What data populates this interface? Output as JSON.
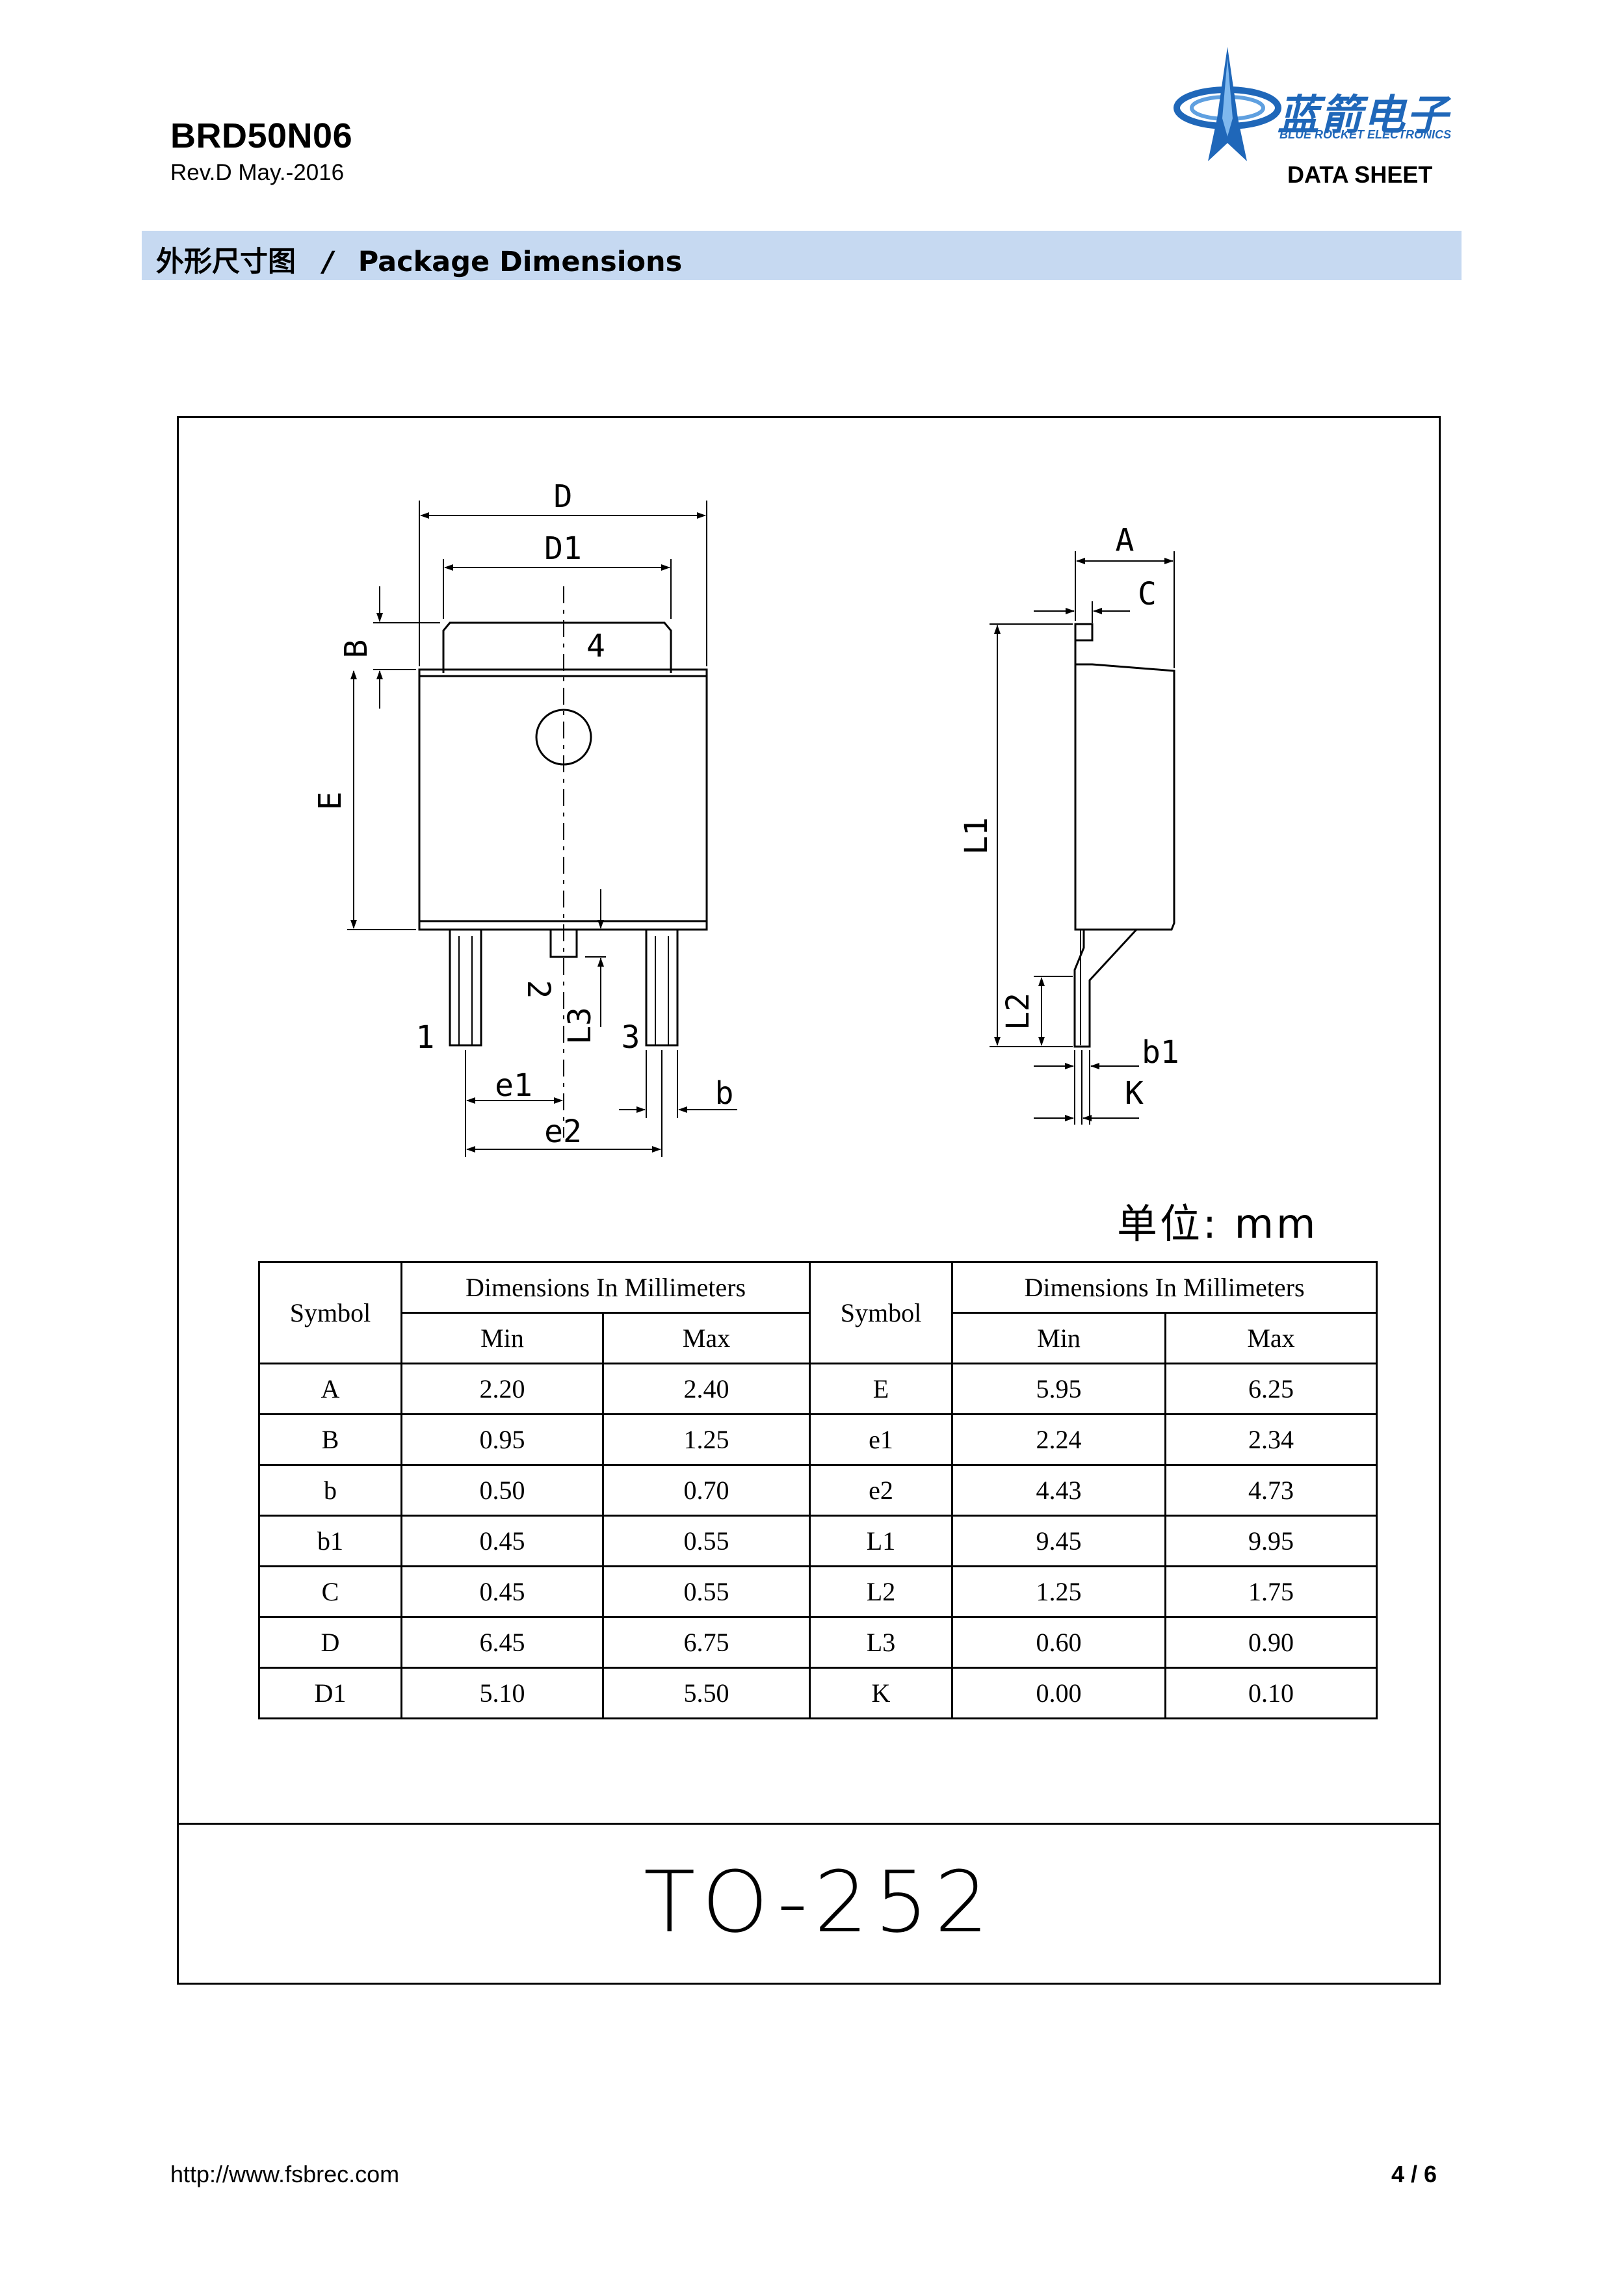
{
  "header": {
    "part_number": "BRD50N06",
    "revision": "Rev.D May.-2016",
    "brand_cn": "蓝箭电子",
    "brand_en": "BLUE ROCKET ELECTRONICS",
    "doc_type": "DATA SHEET",
    "brand_color": "#1f67b9"
  },
  "section": {
    "title_cn": "外形尺寸图",
    "separator": "/",
    "title_en": "Package Dimensions",
    "bar_color": "#c6d9f1"
  },
  "drawing": {
    "labels": {
      "D": "D",
      "D1": "D1",
      "B": "B",
      "E": "E",
      "pin4": "4",
      "pin1": "1",
      "pin2": "2",
      "pin3": "3",
      "L3": "L3",
      "e1": "e1",
      "e2": "e2",
      "b": "b",
      "A": "A",
      "C": "C",
      "L1": "L1",
      "L2": "L2",
      "b1": "b1",
      "K": "K"
    },
    "unit_label": "单位: mm"
  },
  "table": {
    "symbol_header": "Symbol",
    "dims_header": "Dimensions In Millimeters",
    "min_header": "Min",
    "max_header": "Max",
    "rows": [
      {
        "s1": "A",
        "min1": "2.20",
        "max1": "2.40",
        "s2": "E",
        "min2": "5.95",
        "max2": "6.25"
      },
      {
        "s1": "B",
        "min1": "0.95",
        "max1": "1.25",
        "s2": "e1",
        "min2": "2.24",
        "max2": "2.34"
      },
      {
        "s1": "b",
        "min1": "0.50",
        "max1": "0.70",
        "s2": "e2",
        "min2": "4.43",
        "max2": "4.73"
      },
      {
        "s1": "b1",
        "min1": "0.45",
        "max1": "0.55",
        "s2": "L1",
        "min2": "9.45",
        "max2": "9.95"
      },
      {
        "s1": "C",
        "min1": "0.45",
        "max1": "0.55",
        "s2": "L2",
        "min2": "1.25",
        "max2": "1.75"
      },
      {
        "s1": "D",
        "min1": "6.45",
        "max1": "6.75",
        "s2": "L3",
        "min2": "0.60",
        "max2": "0.90"
      },
      {
        "s1": "D1",
        "min1": "5.10",
        "max1": "5.50",
        "s2": "K",
        "min2": "0.00",
        "max2": "0.10"
      }
    ]
  },
  "package_name": "TO-252",
  "footer": {
    "url": "http://www.fsbrec.com",
    "page": "4 / 6"
  }
}
